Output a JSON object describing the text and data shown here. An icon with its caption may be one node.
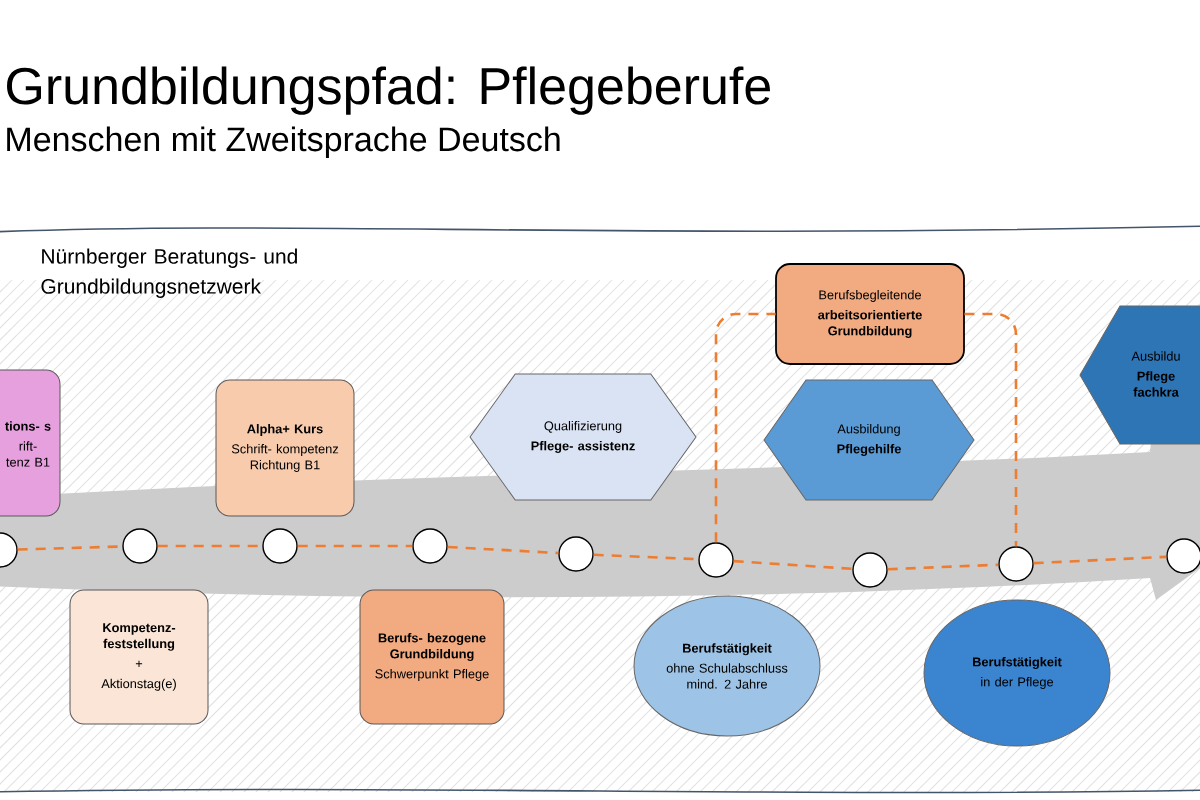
{
  "diagram": {
    "title": "Grundbildungspfad: Pflegeberufe",
    "nodes": [
      {
        "text": [
          "tions- s",
          "rift- tenz B1"
        ]
      },
      {
        "text": [
          "Alpha+ Kurs",
          "Schrift- kompetenz Richtung B1"
        ]
      },
      {
        "text": [
          "Qualifizierung",
          "Pflege- assistenz"
        ]
      },
      {
        "text": [
          "Berufsbegleitende",
          "arbeitsorientierte Grundbildung"
        ]
      },
      {
        "text": [
          "Ausbildung",
          "Pflegehilfe"
        ]
      },
      {
        "text": [
          "Ausbildu",
          "Pflege fachkra"
        ]
      },
      {
        "text": [],
        "shape": "circle"
      },
      {
        "text": [],
        "shape": "circle"
      },
      {
        "text": [],
        "shape": "circle"
      },
      {
        "text": [],
        "shape": "circle"
      },
      {
        "text": [],
        "shape": "circle"
      },
      {
        "text": [],
        "shape": "circle"
      },
      {
        "text": [],
        "shape": "circle"
      },
      {
        "text": [],
        "shape": "circle"
      },
      {
        "text": [],
        "shape": "circle"
      },
      {
        "text": [
          "Kompetenz- feststellung",
          "+",
          "Aktionstag(e)"
        ]
      },
      {
        "text": [
          "Berufs- bezogene Grundbildung",
          "Schwerpunkt Pflege"
        ]
      },
      {
        "text": [
          "Berufstätigkeit",
          "ohne Schulabschluss mind. 2 Jahre"
        ]
      },
      {
        "text": [
          "Berufstätigkeit",
          "in der Pflege"
        ]
      }
    ],
    "edges": [
      {
        "from": 6,
        "to": 7,
        "arrow": "none",
        "style": "dashed"
      },
      {
        "from": 7,
        "to": 8,
        "arrow": "none",
        "style": "dashed"
      },
      {
        "from": 8,
        "to": 9,
        "arrow": "none",
        "style": "dashed"
      },
      {
        "from": 9,
        "to": 10,
        "arrow": "none",
        "style": "dashed"
      },
      {
        "from": 10,
        "to": 11,
        "arrow": "none",
        "style": "dashed"
      },
      {
        "from": 11,
        "to": 12,
        "arrow": "none",
        "style": "dashed"
      },
      {
        "from": 12,
        "to": 13,
        "arrow": "none",
        "style": "dashed"
      },
      {
        "from": 13,
        "to": 14,
        "arrow": "none",
        "style": "dashed"
      },
      {
        "from": 11,
        "to": 3,
        "arrow": "none",
        "style": "dashed"
      },
      {
        "from": 3,
        "to": 13,
        "arrow": "none",
        "style": "dashed"
      }
    ],
    "labels": [
      "Menschen mit Zweitsprache Deutsch",
      "Nürnberger Beratungs- und Grundbildungsnetzwerk"
    ]
  }
}
